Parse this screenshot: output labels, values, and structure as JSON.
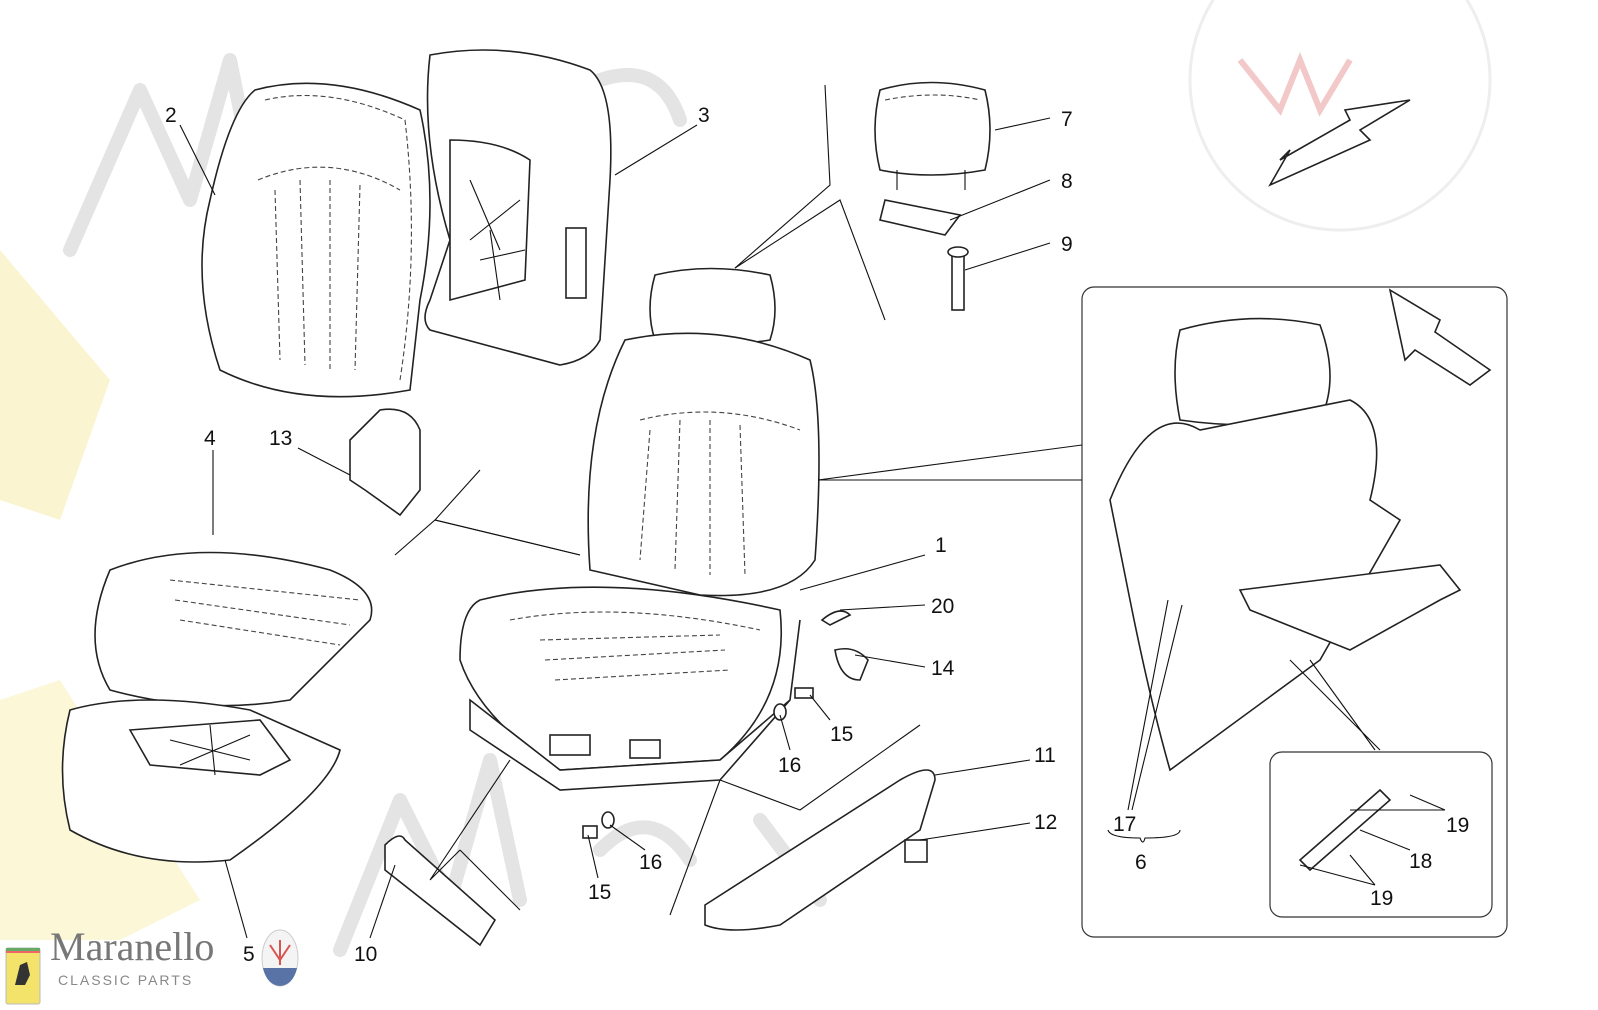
{
  "watermark": {
    "brand": "Maranello",
    "sub": "CLASSIC PARTS",
    "parts_word": "PARTS"
  },
  "logo": {
    "brand": "Maranello",
    "sub": "CLASSIC PARTS",
    "ferrari_badge": "Ferrari",
    "maserati_badge": "MASERATI"
  },
  "callouts": [
    "1",
    "2",
    "3",
    "4",
    "5",
    "6",
    "7",
    "8",
    "9",
    "10",
    "11",
    "12",
    "13",
    "14",
    "15",
    "15",
    "16",
    "16",
    "17",
    "18",
    "19",
    "19",
    "20"
  ],
  "colors": {
    "line": "#111111",
    "watermark": "#d8d8d8",
    "ferrari_yellow": "#f3e36a",
    "maserati_red": "#d9534f",
    "maserati_blue": "#5a73a6"
  }
}
